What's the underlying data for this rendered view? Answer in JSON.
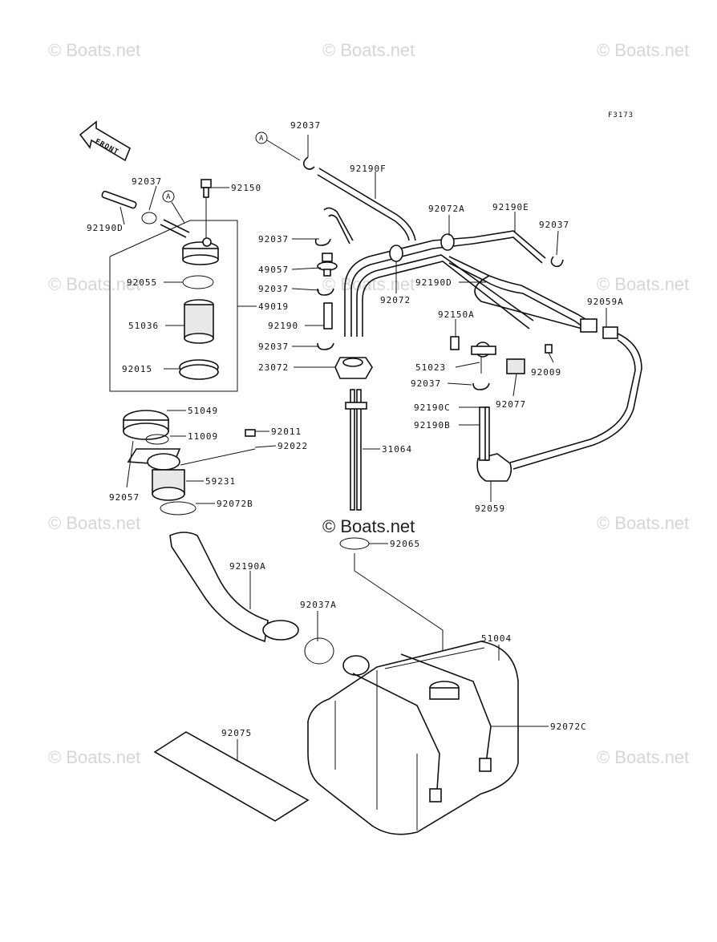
{
  "figure_code": "F3173",
  "front_label": "FRONT",
  "ref_marker": "A",
  "watermark": "© Boats.net",
  "center_watermark": "© Boats.net",
  "parts": {
    "p92037_top": "92037",
    "p92190F": "92190F",
    "p92037_left": "92037",
    "p92150": "92150",
    "p92190D": "92190D",
    "p92037_a": "92037",
    "p49057": "49057",
    "p92037_b": "92037",
    "p92190": "92190",
    "p92037_c": "92037",
    "p23072": "23072",
    "p92072A": "92072A",
    "p92190E": "92190E",
    "p92037_right": "92037",
    "p92190D_mid": "92190D",
    "p92072": "92072",
    "p92059A": "92059A",
    "p92150A": "92150A",
    "p51023": "51023",
    "p92009": "92009",
    "p92037_d": "92037",
    "p92077": "92077",
    "p92190C": "92190C",
    "p92190B": "92190B",
    "p92059": "92059",
    "p92055": "92055",
    "p49019": "49019",
    "p51036": "51036",
    "p92015": "92015",
    "p51049": "51049",
    "p11009": "11009",
    "p92011": "92011",
    "p92022": "92022",
    "p92057": "92057",
    "p59231": "59231",
    "p92072B": "92072B",
    "p31064": "31064",
    "p92065": "92065",
    "p92190A": "92190A",
    "p92037A": "92037A",
    "p51004": "51004",
    "p92072C": "92072C",
    "p92075": "92075"
  }
}
